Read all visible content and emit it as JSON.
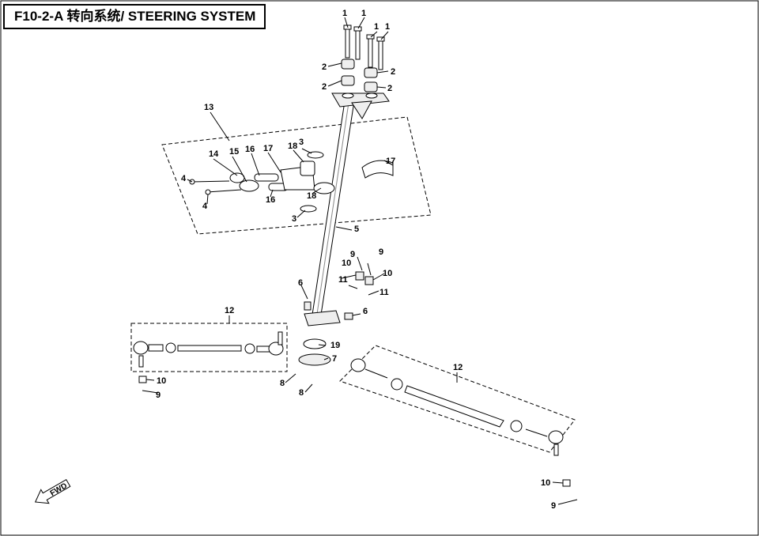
{
  "title": "F10-2-A 转向系统/ STEERING SYSTEM",
  "fwd_label": "FWD",
  "callouts": [
    "1",
    "1",
    "1",
    "1",
    "2",
    "2",
    "2",
    "2",
    "13",
    "3",
    "3",
    "14",
    "15",
    "16",
    "16",
    "17",
    "17",
    "18",
    "18",
    "4",
    "4",
    "5",
    "9",
    "9",
    "10",
    "10",
    "11",
    "11",
    "6",
    "6",
    "12",
    "12",
    "19",
    "7",
    "8",
    "8",
    "10",
    "9",
    "10",
    "9"
  ]
}
